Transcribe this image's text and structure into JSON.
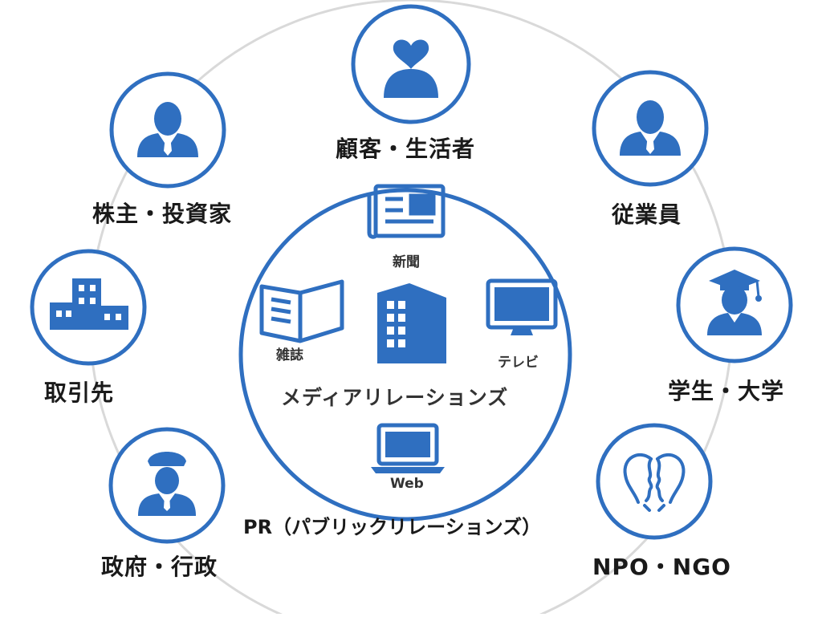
{
  "colors": {
    "accent": "#2f6fc0",
    "ring": "#d9d9d9",
    "text": "#1a1a1a"
  },
  "stakeholders": [
    {
      "label": "顧客・生活者",
      "icon": "person-heart-icon"
    },
    {
      "label": "従業員",
      "icon": "employee-icon"
    },
    {
      "label": "学生・大学",
      "icon": "graduate-icon"
    },
    {
      "label": "NPO・NGO",
      "icon": "two-faces-icon"
    },
    {
      "label": "政府・行政",
      "icon": "officer-icon"
    },
    {
      "label": "取引先",
      "icon": "buildings-icon"
    },
    {
      "label": "株主・投資家",
      "icon": "investor-icon"
    }
  ],
  "center": {
    "label": "メディアリレーションズ",
    "icon": "company-building-icon",
    "media": [
      {
        "label": "新聞",
        "icon": "newspaper-icon"
      },
      {
        "label": "雑誌",
        "icon": "magazine-icon"
      },
      {
        "label": "テレビ",
        "icon": "tv-icon"
      },
      {
        "label": "Web",
        "icon": "laptop-icon"
      }
    ]
  },
  "pr_label": "PR（パブリックリレーションズ）"
}
